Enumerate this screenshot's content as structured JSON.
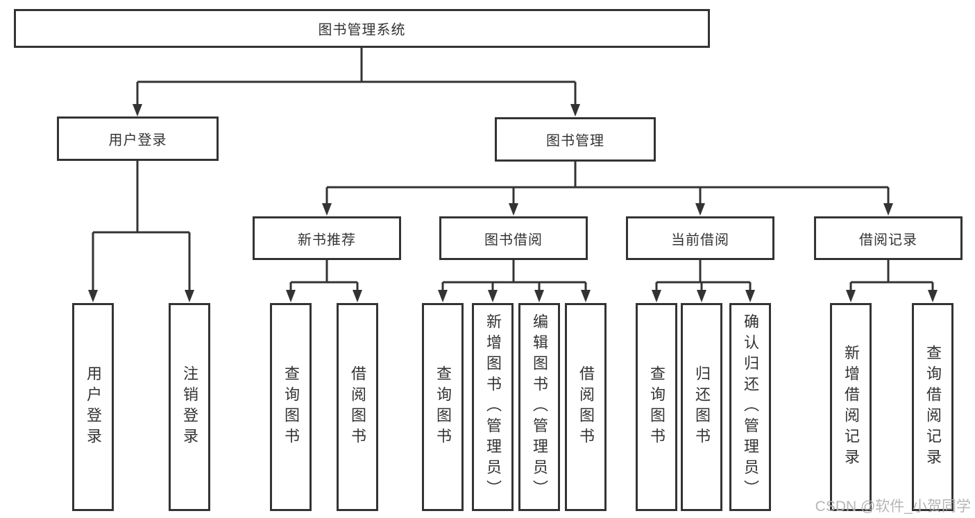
{
  "tree": {
    "label": "图书管理系统",
    "children": [
      {
        "label": "用户登录",
        "children": [
          {
            "label": "用户登录"
          },
          {
            "label": "注销登录"
          }
        ]
      },
      {
        "label": "图书管理",
        "children": [
          {
            "label": "新书推荐",
            "children": [
              {
                "label": "查询图书"
              },
              {
                "label": "借阅图书"
              }
            ]
          },
          {
            "label": "图书借阅",
            "children": [
              {
                "label": "查询图书"
              },
              {
                "label": "新增图书（管理员）"
              },
              {
                "label": "编辑图书（管理员）"
              },
              {
                "label": "借阅图书"
              }
            ]
          },
          {
            "label": "当前借阅",
            "children": [
              {
                "label": "查询图书"
              },
              {
                "label": "归还图书"
              },
              {
                "label": "确认归还（管理员）"
              }
            ]
          },
          {
            "label": "借阅记录",
            "children": [
              {
                "label": "新增借阅记录"
              },
              {
                "label": "查询借阅记录"
              }
            ]
          }
        ]
      }
    ]
  },
  "watermark": {
    "text": "CSDN @软件_小贺同学"
  },
  "colors": {
    "line": "#333333",
    "box_border": "#333333",
    "text": "#333333",
    "watermark_text": "#b2b2b2",
    "background": "#ffffff"
  }
}
